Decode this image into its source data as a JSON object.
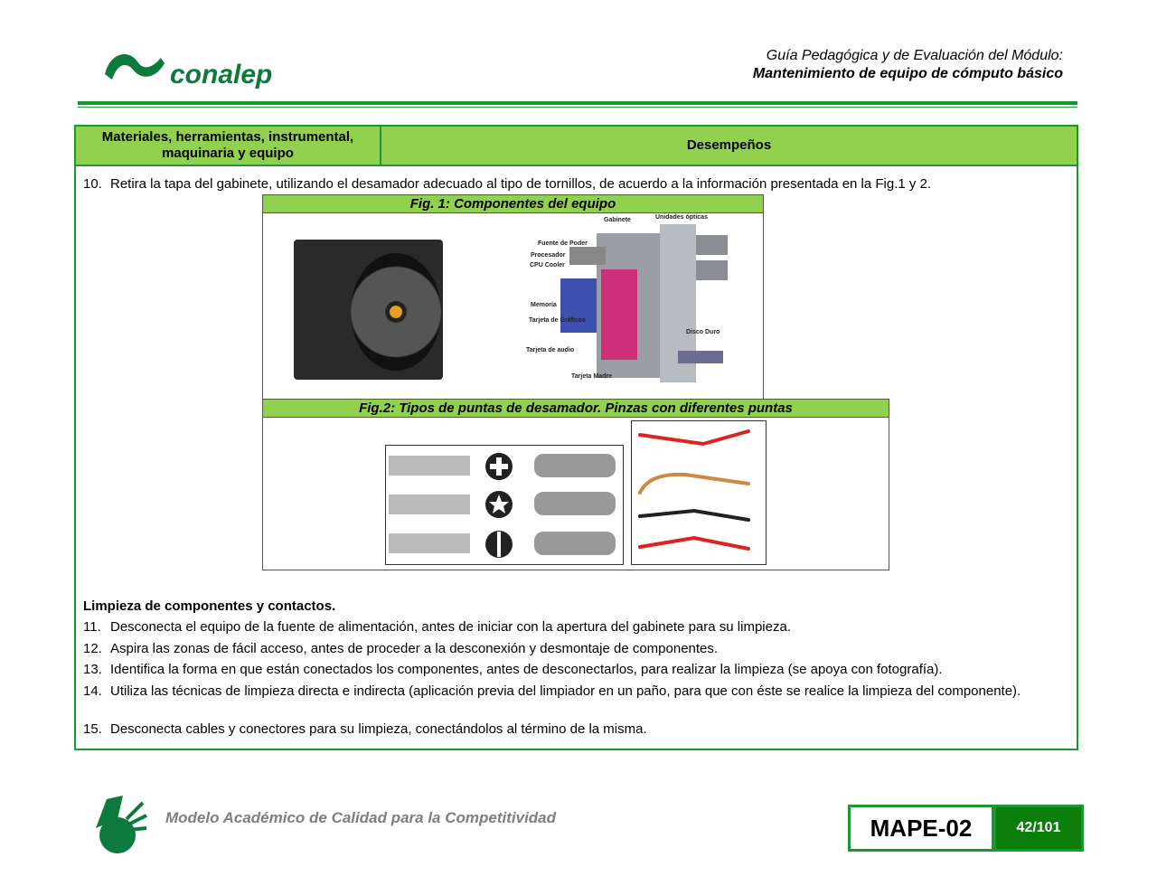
{
  "header": {
    "brand": "conalep",
    "title_line1": "Guía Pedagógica y de Evaluación del Módulo:",
    "title_line2": "Mantenimiento de equipo de cómputo básico"
  },
  "table": {
    "col1_header": "Materiales, herramientas, instrumental, maquinaria y equipo",
    "col2_header": "Desempeños"
  },
  "items": [
    {
      "n": "10.",
      "text": "Retira la tapa del gabinete, utilizando el desamador adecuado al tipo de tornillos, de acuerdo a la información presentada en la Fig.1 y 2."
    },
    {
      "n": "11.",
      "text": "Desconecta el equipo de la fuente de alimentación, antes de iniciar con la apertura del gabinete para su limpieza."
    },
    {
      "n": "12.",
      "text": "Aspira las zonas de fácil acceso, antes de proceder a la desconexión y desmontaje de componentes."
    },
    {
      "n": "13.",
      "text": "Identifica la forma en que están conectados los componentes, antes de desconectarlos, para realizar la limpieza (se apoya con fotografía)."
    },
    {
      "n": "14.",
      "text": "Utiliza las técnicas de limpieza directa e indirecta (aplicación previa del limpiador en un paño, para que con éste se realice la limpieza del componente)."
    },
    {
      "n": "15.",
      "text": "Desconecta cables y conectores para su limpieza, conectándolos al término de la misma."
    }
  ],
  "section_heading": "Limpieza de componentes y contactos.",
  "fig1": {
    "title": "Fig. 1: Componentes del equipo",
    "labels": [
      "Gabinete",
      "Unidades ópticas",
      "Fuente de Poder",
      "Procesador",
      "CPU Cooler",
      "Memoria",
      "Tarjeta de Gráficos",
      "Tarjeta de audio",
      "Disco Duro",
      "Tarjeta Madre"
    ]
  },
  "fig2": {
    "title": "Fig.2: Tipos de puntas de desamador. Pinzas con diferentes puntas"
  },
  "footer": {
    "tagline": "Modelo Académico de Calidad para la Competitividad",
    "code": "MAPE-02",
    "page": "42/101"
  }
}
